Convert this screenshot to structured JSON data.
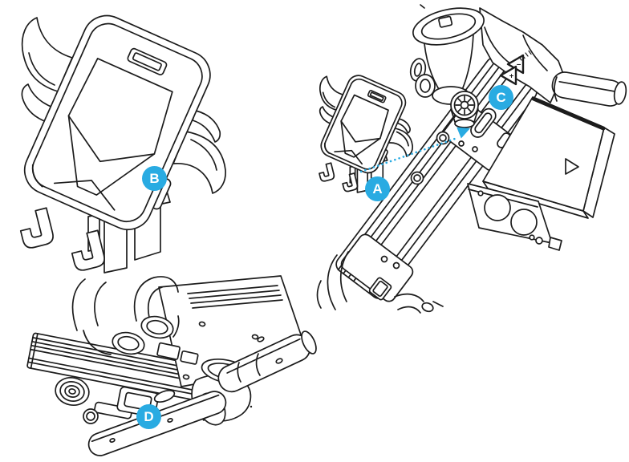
{
  "figure": {
    "accent_color": "#29ABE2",
    "line_color": "#1C1C1C",
    "background_color": "#FFFFFF"
  },
  "callouts": {
    "a": {
      "label": "A"
    },
    "b": {
      "label": "B"
    },
    "c": {
      "label": "C"
    },
    "d": {
      "label": "D"
    }
  },
  "console_buttons": {
    "minus_glyph": "−",
    "plus_glyph": "+"
  }
}
